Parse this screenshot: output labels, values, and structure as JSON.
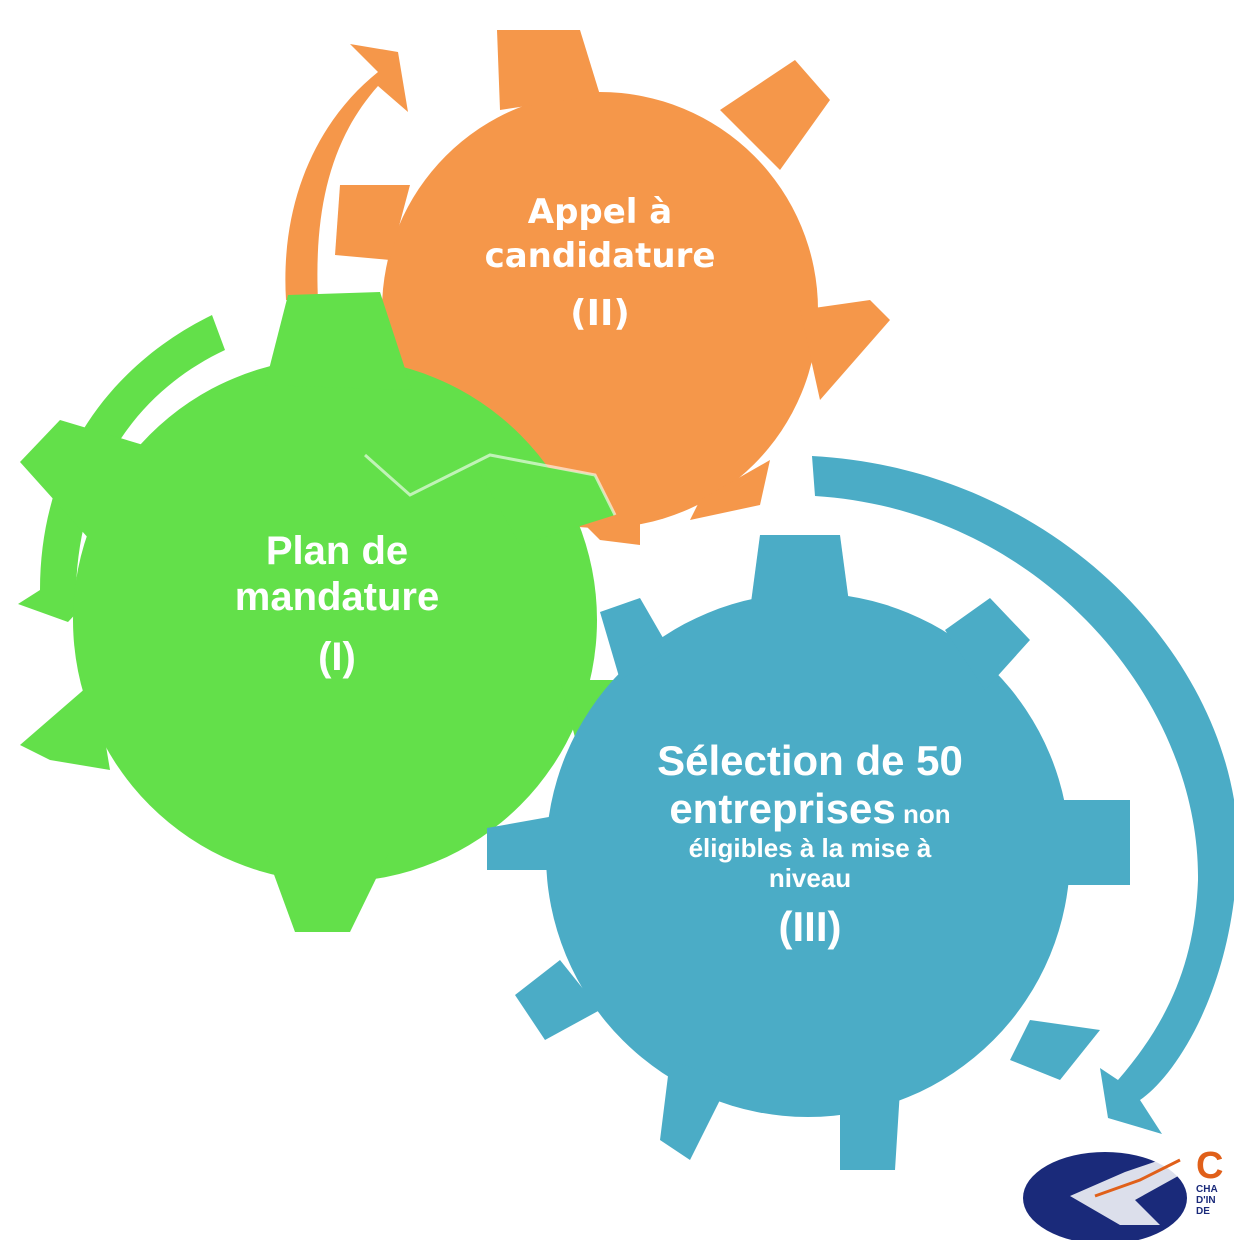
{
  "colors": {
    "gear_I": "#63e04a",
    "gear_II": "#f5974a",
    "gear_III": "#4bacc6",
    "logo_blue": "#1a2a7a",
    "logo_orange": "#e0601a"
  },
  "gears": [
    {
      "id": "I",
      "line1": "Plan de",
      "line2": "mandature",
      "number": "(I)"
    },
    {
      "id": "II",
      "line1": "Appel à",
      "line2": "candidature",
      "number": "(II)"
    },
    {
      "id": "III",
      "line1": "Sélection de 50",
      "line2_big": "entreprises",
      "line2_small": " non",
      "line3": "éligibles à la mise à",
      "line4": "niveau",
      "number": "(III)"
    }
  ],
  "logo": {
    "letter": "C",
    "line1": "CHA",
    "line2": "D'IN",
    "line3": "DE"
  }
}
